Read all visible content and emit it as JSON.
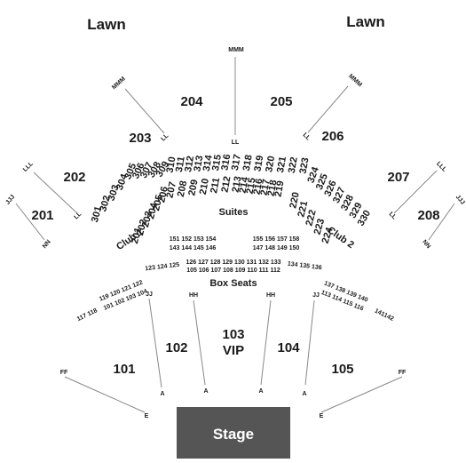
{
  "lawn_left": "Lawn",
  "lawn_right": "Lawn",
  "sections": {
    "s201": "201",
    "s202": "202",
    "s203": "203",
    "s204": "204",
    "s205": "205",
    "s206": "206",
    "s207": "207",
    "s208": "208",
    "s101": "101",
    "s102": "102",
    "s103": "103",
    "vip": "VIP",
    "s104": "104",
    "s105": "105"
  },
  "suites_label": "Suites",
  "club_left": "Club 1",
  "club_right": "Club 2",
  "box_seats_label": "Box Seats",
  "stage_label": "Stage",
  "rows": {
    "mmm_top": "MMM",
    "mmm_left": "MMM",
    "mmm_right": "MMM",
    "ll_left": "LL",
    "ll_center": "LL",
    "ll_right": "LL",
    "lll_left": "LLL",
    "lll_right": "LLL",
    "ll_202": "LL",
    "ll_207": "LL",
    "jjj_left": "JJJ",
    "jjj_right": "JJJ",
    "nn_left": "NN",
    "nn_right": "NN",
    "jj_left": "JJ",
    "jj_right": "JJ",
    "hh_left": "HH",
    "hh_right": "HH",
    "ff_left": "FF",
    "ff_right": "FF",
    "e_left": "E",
    "e_right": "E",
    "a1": "A",
    "a2": "A",
    "a3": "A",
    "a4": "A"
  },
  "arc_300_left": [
    "301",
    "302",
    "303",
    "304",
    "305",
    "306",
    "307",
    "308",
    "309"
  ],
  "arc_200_left": [
    "201",
    "202",
    "203",
    "204",
    "205",
    "206",
    "207",
    "208",
    "209",
    "210",
    "211",
    "212"
  ],
  "arc_300_top": [
    "310",
    "311",
    "312",
    "313",
    "314",
    "315",
    "316",
    "317",
    "318",
    "319",
    "320",
    "321",
    "322",
    "323"
  ],
  "arc_200_top": [
    "213",
    "214",
    "215",
    "216",
    "217",
    "218",
    "219"
  ],
  "arc_200_right": [
    "220",
    "221",
    "222",
    "223",
    "224"
  ],
  "arc_300_right": [
    "324",
    "325",
    "326",
    "327",
    "328",
    "329",
    "330"
  ],
  "box": {
    "r151": "151 152 153 154",
    "r143": "143 144 145 146",
    "r155": "155 156 157 158",
    "r147": "147 148 149 150",
    "r123": "123 124 125",
    "r126": "126 127 128 129 130 131 132 133",
    "r105": "105 106 107 108 109 110 111 112",
    "r134": "134 135 136",
    "r119": "119 120 121 122",
    "r117": "117 118",
    "r101": "101 102 103 104",
    "r137": "137 138 139 140",
    "r113": "113 114 115 116",
    "r141": "141142"
  }
}
